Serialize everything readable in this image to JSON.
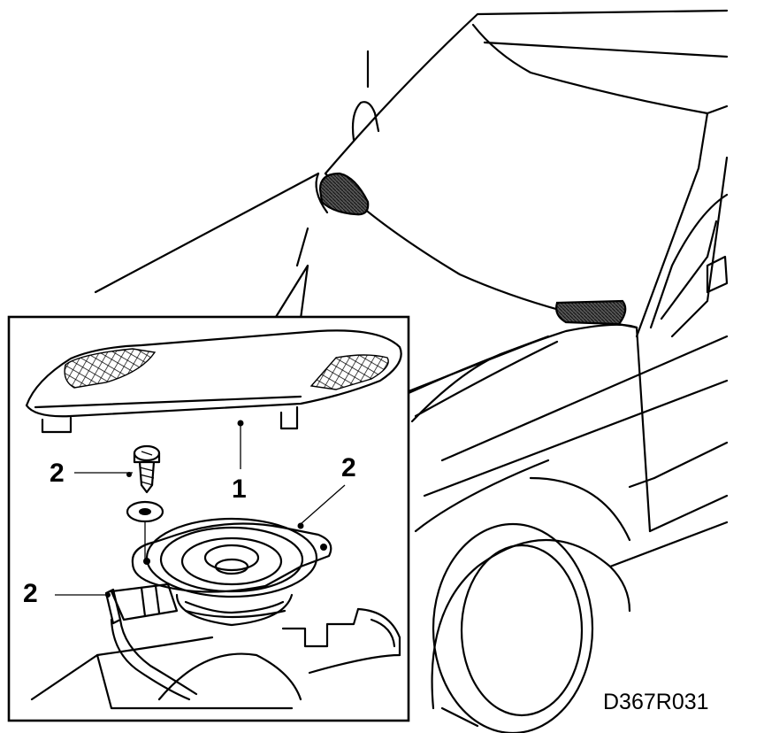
{
  "figure": {
    "reference_code": "D367R031",
    "callouts": [
      {
        "id": "screw",
        "text": "2"
      },
      {
        "id": "grille",
        "text": "1"
      },
      {
        "id": "speaker",
        "text": "2"
      },
      {
        "id": "connector",
        "text": "2"
      }
    ]
  }
}
